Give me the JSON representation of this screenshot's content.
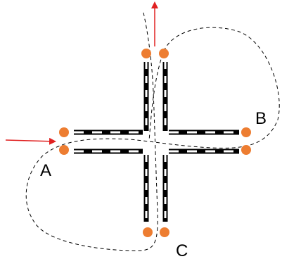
{
  "diagram": {
    "labels": {
      "a": "A",
      "b": "B",
      "c": "C"
    },
    "colors": {
      "background": "#ffffff",
      "rail": "#000000",
      "rail_segment_light": "#ffffff",
      "endpoint_dot": "#ED7D31",
      "arrow": "#E02020",
      "path": "#000000"
    }
  }
}
